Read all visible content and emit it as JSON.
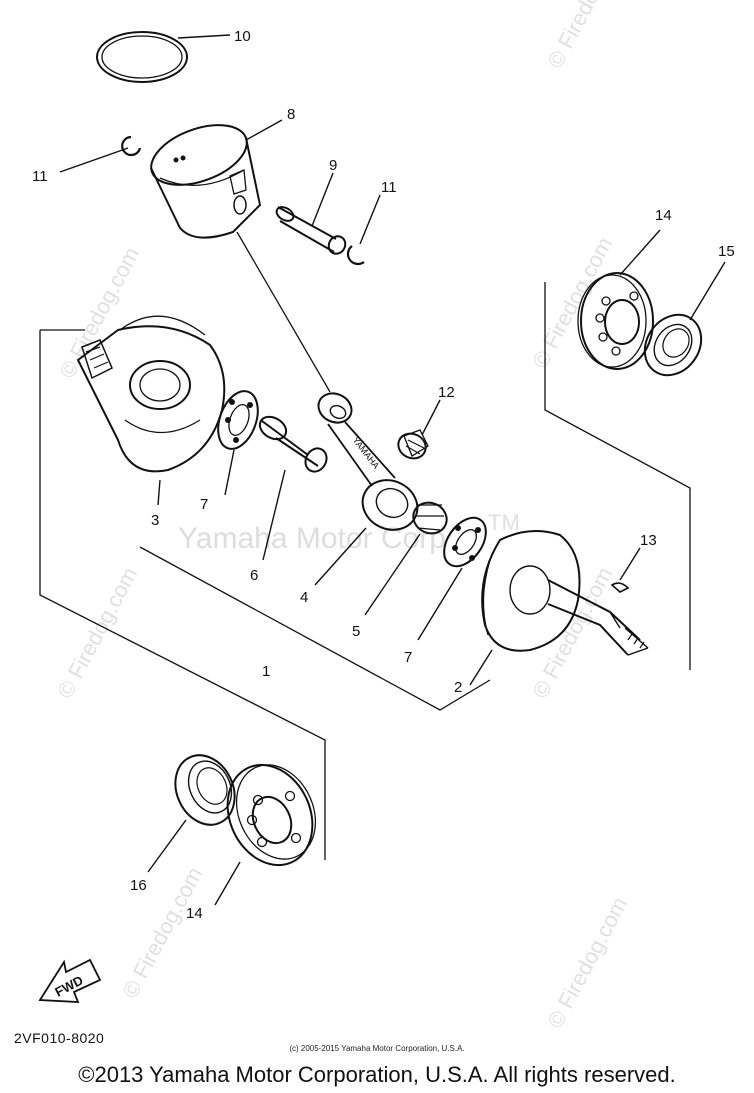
{
  "diagram": {
    "callouts": {
      "c10": "10",
      "c8": "8",
      "c11a": "11",
      "c9": "9",
      "c11b": "11",
      "c14a": "14",
      "c15": "15",
      "c12": "12",
      "c13": "13",
      "c3": "3",
      "c7a": "7",
      "c6": "6",
      "c4": "4",
      "c5": "5",
      "c1": "1",
      "c7b": "7",
      "c2": "2",
      "c16": "16",
      "c14b": "14"
    },
    "part_labels": {
      "rod_marking": "YAMAHA",
      "fwd_arrow": "FWD"
    },
    "watermarks": {
      "main": "Yamaha Motor Corp",
      "tm": "TM",
      "site": "© Firedog.com"
    }
  },
  "footer": {
    "part_code": "2VF010-8020",
    "small_copyright": "(c) 2005-2015 Yamaha Motor Corporation, U.S.A.",
    "copyright": "©2013 Yamaha Motor Corporation, U.S.A. All rights reserved."
  }
}
